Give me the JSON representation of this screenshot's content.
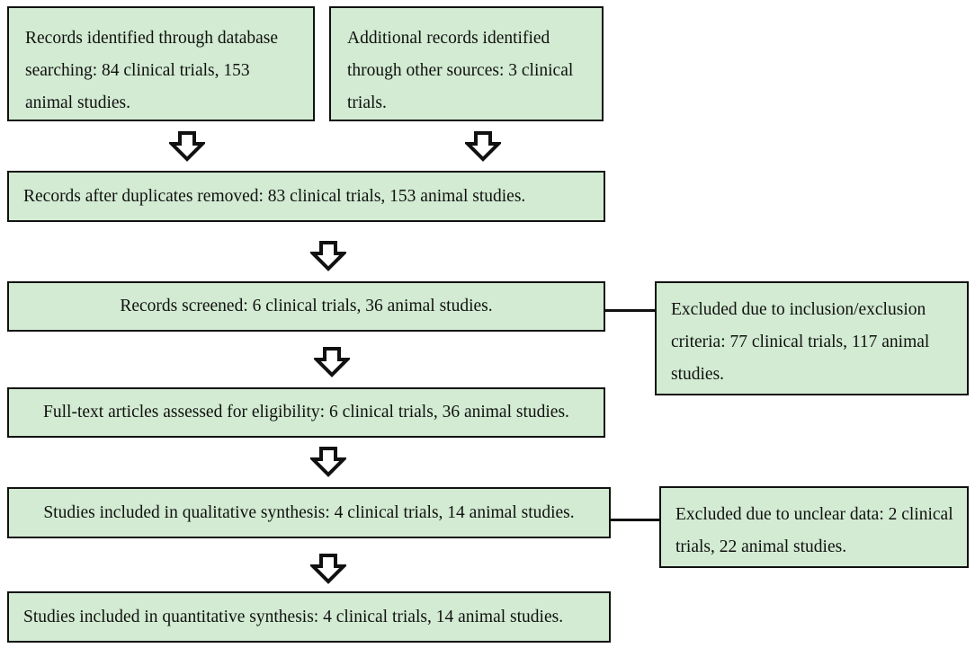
{
  "flowchart": {
    "box_identified_db": "Records identified through database searching: 84 clinical trials, 153 animal studies.",
    "box_identified_other": "Additional records identified through other sources: 3 clinical trials.",
    "box_duplicates_removed": "Records after duplicates removed: 83 clinical trials, 153 animal studies.",
    "box_screened": "Records screened: 6 clinical trials, 36 animal studies.",
    "box_excluded_criteria": "Excluded due to inclusion/exclusion criteria: 77 clinical trials, 117 animal studies.",
    "box_full_text": "Full-text articles assessed for eligibility: 6 clinical trials, 36 animal studies.",
    "box_qualitative": "Studies included in qualitative synthesis: 4 clinical trials, 14 animal studies.",
    "box_excluded_unclear": "Excluded due to unclear data: 2 clinical trials, 22 animal studies.",
    "box_quantitative": "Studies included in quantitative synthesis: 4 clinical trials, 14 animal studies."
  },
  "colors": {
    "box_fill": "#d2ebd2",
    "border": "#111111"
  }
}
